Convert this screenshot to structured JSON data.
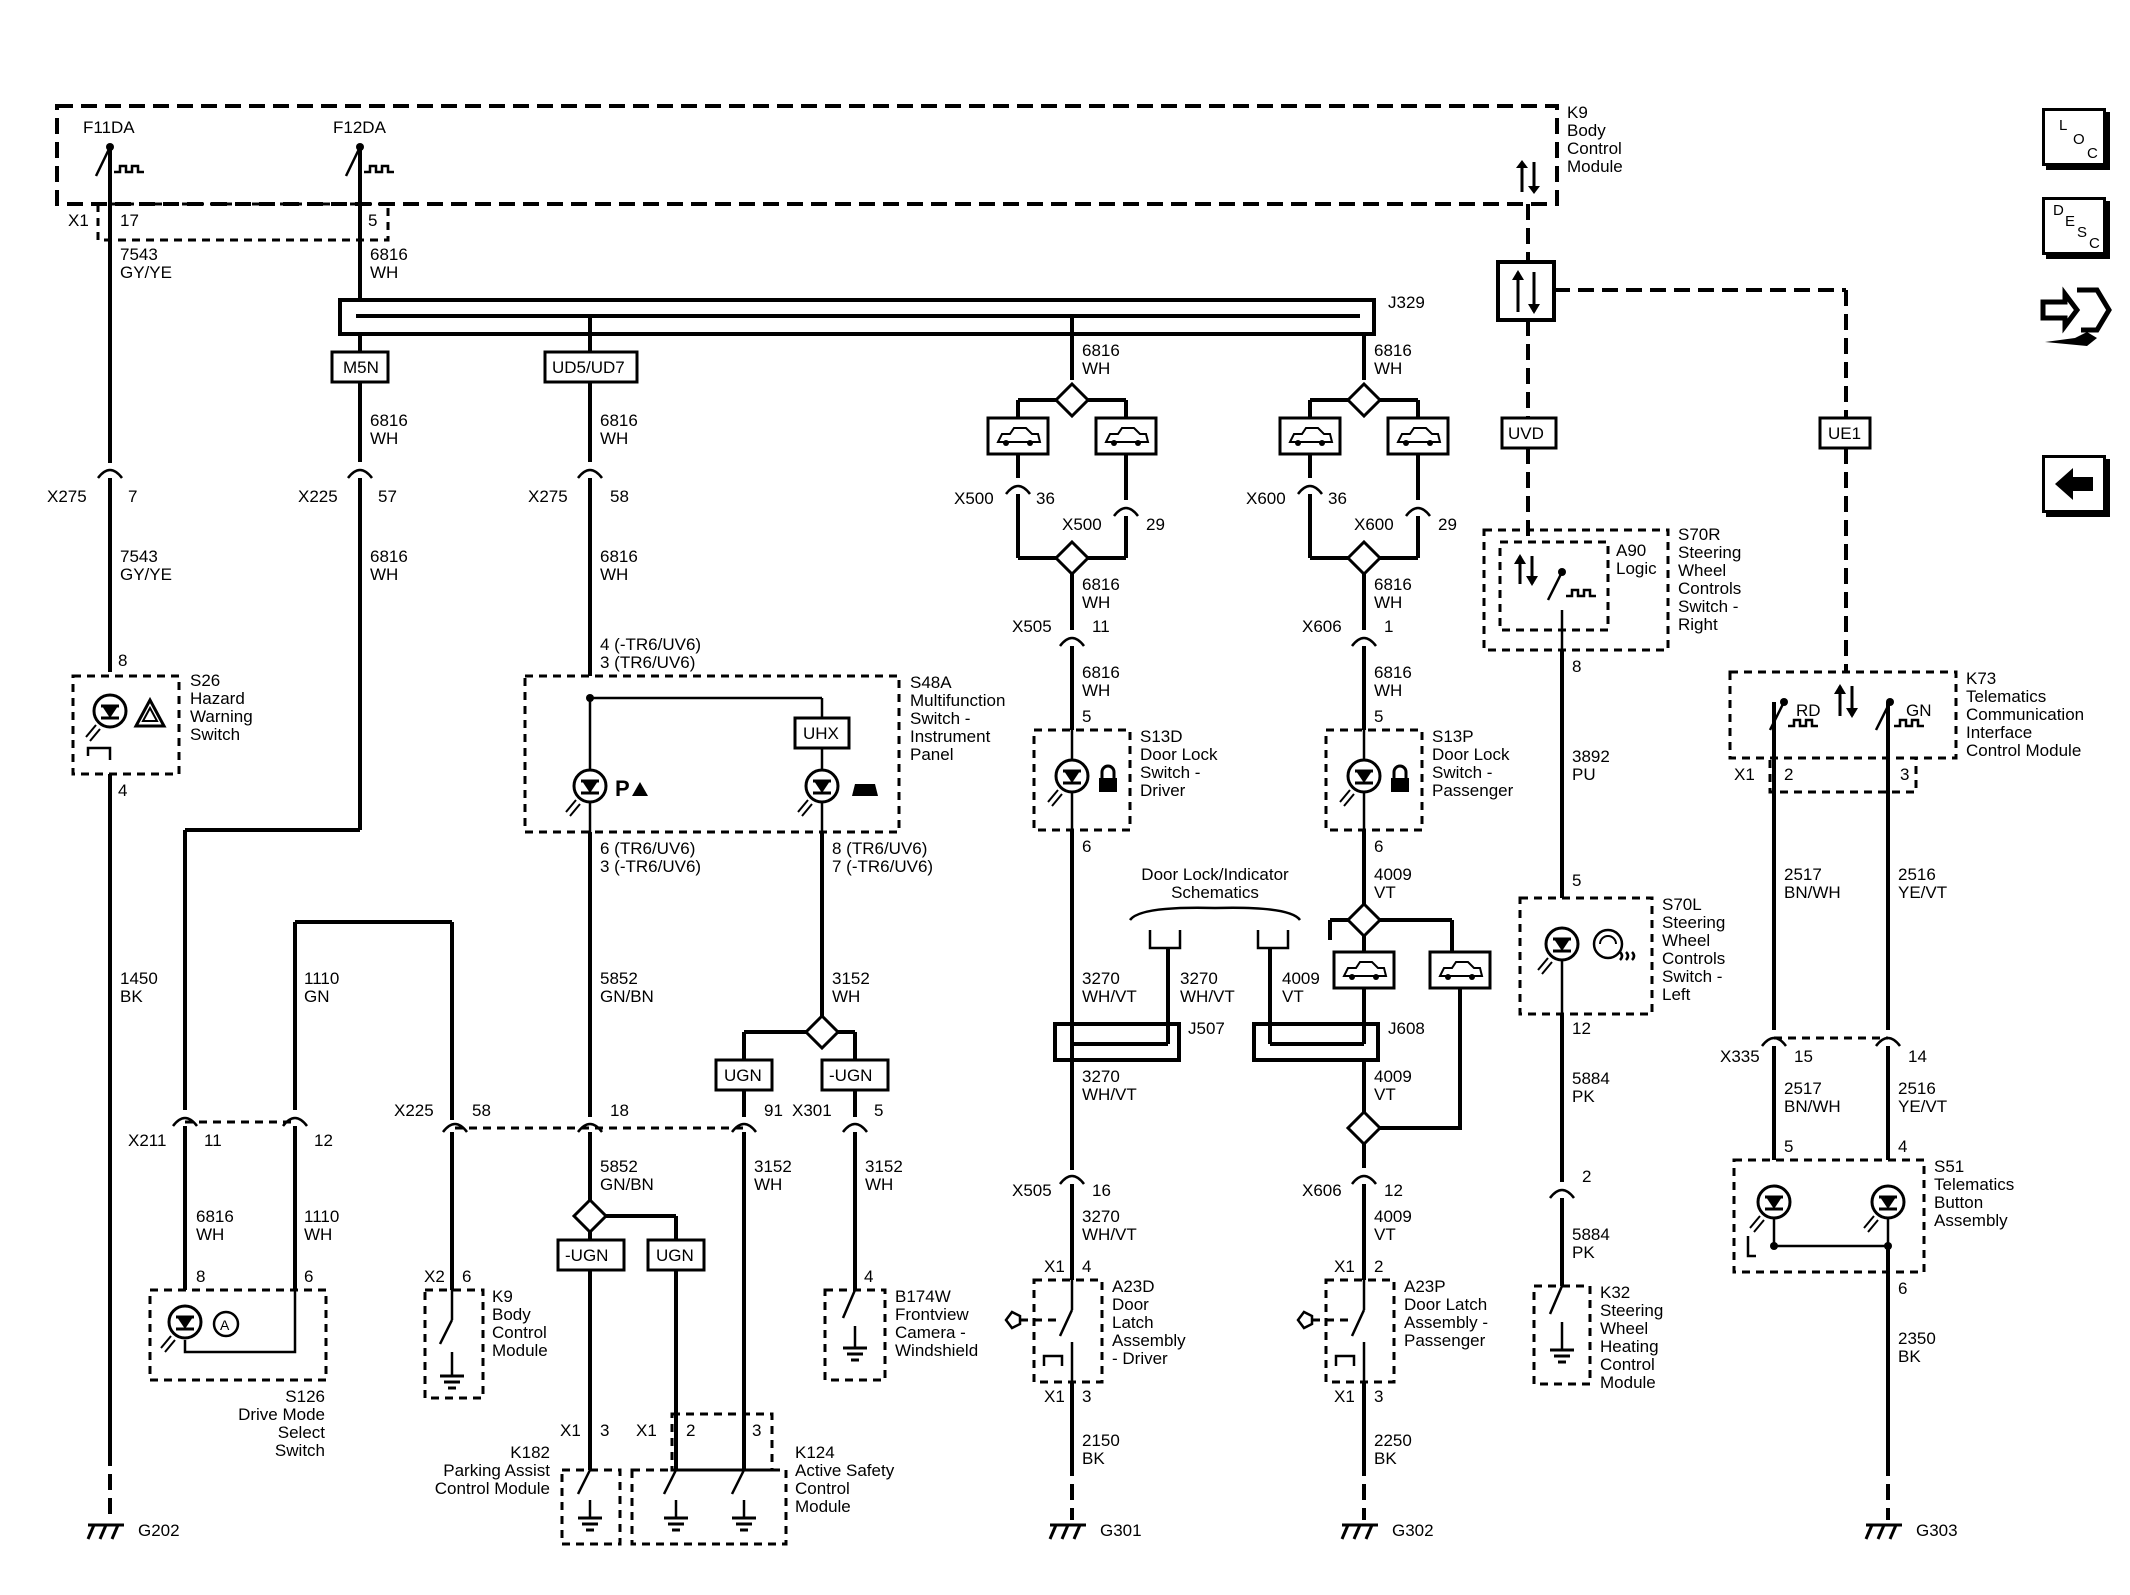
{
  "nav": {
    "loc_label": [
      "L",
      "O",
      "C"
    ],
    "desc_label": [
      "D",
      "E",
      "S",
      "C"
    ],
    "back_icon": "left-arrow-icon",
    "diag_icon": "connector-wrench-icon"
  },
  "modules": {
    "k9_bcm": [
      "K9",
      "Body",
      "Control",
      "Module"
    ],
    "k9_bcm_lower": [
      "K9",
      "Body",
      "Control",
      "Module"
    ],
    "s26": [
      "S26",
      "Hazard",
      "Warning",
      "Switch"
    ],
    "s48a": [
      "S48A",
      "Multifunction",
      "Switch -",
      "Instrument",
      "Panel"
    ],
    "s13d": [
      "S13D",
      "Door Lock",
      "Switch -",
      "Driver"
    ],
    "s13p": [
      "S13P",
      "Door Lock",
      "Switch -",
      "Passenger"
    ],
    "a90": [
      "A90",
      "Logic"
    ],
    "s70r": [
      "S70R",
      "Steering",
      "Wheel",
      "Controls",
      "Switch -",
      "Right"
    ],
    "k73": [
      "K73",
      "Telematics",
      "Communication",
      "Interface",
      "Control Module"
    ],
    "s70l": [
      "S70L",
      "Steering",
      "Wheel",
      "Controls",
      "Switch -",
      "Left"
    ],
    "s126": [
      "S126",
      "Drive Mode",
      "Select",
      "Switch"
    ],
    "b174w": [
      "B174W",
      "Frontview",
      "Camera -",
      "Windshield"
    ],
    "a23d": [
      "A23D",
      "Door",
      "Latch",
      "Assembly",
      "- Driver"
    ],
    "a23p": [
      "A23P",
      "Door Latch",
      "Assembly -",
      "Passenger"
    ],
    "k32": [
      "K32",
      "Steering",
      "Wheel",
      "Heating",
      "Control",
      "Module"
    ],
    "s51": [
      "S51",
      "Telematics",
      "Button",
      "Assembly"
    ],
    "k182": [
      "K182",
      "Parking Assist",
      "Control Module"
    ],
    "k124": [
      "K124",
      "Active Safety",
      "Control",
      "Module"
    ],
    "door_lock_ref": [
      "Door Lock/Indicator",
      "Schematics"
    ]
  },
  "labels": {
    "f11da": "F11DA",
    "f12da": "F12DA",
    "j329": "J329",
    "j507": "J507",
    "j608": "J608",
    "m5n": "M5N",
    "ud5": "UD5/UD7",
    "uvd": "UVD",
    "ue1": "UE1",
    "uhx": "UHX",
    "ugn1": "UGN",
    "nugn1": "-UGN",
    "ugn2": "UGN",
    "nugn2": "-UGN",
    "rd": "RD",
    "gn": "GN",
    "g202": "G202",
    "g301": "G301",
    "g302": "G302",
    "g303": "G303"
  },
  "wires": {
    "w7543": [
      "7543",
      "GY/YE"
    ],
    "w7543b": [
      "7543",
      "GY/YE"
    ],
    "w6816a": [
      "6816",
      "WH"
    ],
    "w6816b": [
      "6816",
      "WH"
    ],
    "w6816c": [
      "6816",
      "WH"
    ],
    "w6816d": [
      "6816",
      "WH"
    ],
    "w6816e": [
      "6816",
      "WH"
    ],
    "w6816f": [
      "6816",
      "WH"
    ],
    "w6816g": [
      "6816",
      "WH"
    ],
    "w6816h": [
      "6816",
      "WH"
    ],
    "w6816i": [
      "6816",
      "WH"
    ],
    "w6816j": [
      "6816",
      "WH"
    ],
    "w6816k": [
      "6816",
      "WH"
    ],
    "w1450": [
      "1450",
      "BK"
    ],
    "w1110a": [
      "1110",
      "GN"
    ],
    "w1110b": [
      "1110",
      "WH"
    ],
    "w5852a": [
      "5852",
      "GN/BN"
    ],
    "w5852b": [
      "5852",
      "GN/BN"
    ],
    "w3152a": [
      "3152",
      "WH"
    ],
    "w3152b": [
      "3152",
      "WH"
    ],
    "w3152c": [
      "3152",
      "WH"
    ],
    "w3270a": [
      "3270",
      "WH/VT"
    ],
    "w3270b": [
      "3270",
      "WH/VT"
    ],
    "w3270c": [
      "3270",
      "WH/VT"
    ],
    "w3270d": [
      "3270",
      "WH/VT"
    ],
    "w4009a": [
      "4009",
      "VT"
    ],
    "w4009b": [
      "4009",
      "VT"
    ],
    "w4009c": [
      "4009",
      "VT"
    ],
    "w4009d": [
      "4009",
      "VT"
    ],
    "w3892": [
      "3892",
      "PU"
    ],
    "w5884a": [
      "5884",
      "PK"
    ],
    "w5884b": [
      "5884",
      "PK"
    ],
    "w2517a": [
      "2517",
      "BN/WH"
    ],
    "w2517b": [
      "2517",
      "BN/WH"
    ],
    "w2516a": [
      "2516",
      "YE/VT"
    ],
    "w2516b": [
      "2516",
      "YE/VT"
    ],
    "w2150": [
      "2150",
      "BK"
    ],
    "w2250": [
      "2250",
      "BK"
    ],
    "w2350": [
      "2350",
      "BK"
    ]
  },
  "connectors": {
    "x1_17": [
      "X1",
      "17"
    ],
    "x1_5": "5",
    "x275_7": [
      "X275",
      "7"
    ],
    "x225_57": [
      "X225",
      "57"
    ],
    "x275_58": [
      "X275",
      "58"
    ],
    "x500_36": [
      "X500",
      "36"
    ],
    "x500_29": [
      "X500",
      "29"
    ],
    "x600_36": [
      "X600",
      "36"
    ],
    "x600_29": [
      "X600",
      "29"
    ],
    "x505_11": [
      "X505",
      "11"
    ],
    "x606_1": [
      "X606",
      "1"
    ],
    "x211_11": [
      "X211",
      "11"
    ],
    "x211_12": "12",
    "x225_58": [
      "X225",
      "58"
    ],
    "x_18": "18",
    "x_91": "91",
    "x301_5": [
      "X301",
      "5"
    ],
    "x505_16": [
      "X505",
      "16"
    ],
    "x606_12": [
      "X606",
      "12"
    ],
    "x335_15": [
      "X335",
      "15"
    ],
    "x335_14": "14",
    "x1_2k73": [
      "X1",
      "2"
    ],
    "x1_3k73": "3",
    "p8_s26": "8",
    "p4_s26": "4",
    "p5_s13d": "5",
    "p6_s13d": "6",
    "p5_s13p": "5",
    "p6_s13p": "6",
    "p8_a90": "8",
    "p5_s70l": "5",
    "p12_s70l": "12",
    "p2_k32": "2",
    "p5_s51": "5",
    "p4_s51": "4",
    "p6_s51": "6",
    "p8_s126": "8",
    "p6_s126": "6",
    "x2_6": [
      "X2",
      "6"
    ],
    "p4_b174": "4",
    "x1_4d": [
      "X1",
      "4"
    ],
    "x1_3d": [
      "X1",
      "3"
    ],
    "x1_2p": [
      "X1",
      "2"
    ],
    "x1_3p": [
      "X1",
      "3"
    ],
    "x1_3k182": [
      "X1",
      "3"
    ],
    "x1_2k124": [
      "X1",
      "2"
    ],
    "p3_k124": "3",
    "s48_top": [
      "4 (-TR6/UV6)",
      "3 (TR6/UV6)"
    ],
    "s48_bl": [
      "6 (TR6/UV6)",
      "3 (-TR6/UV6)"
    ],
    "s48_br": [
      "8 (TR6/UV6)",
      "7 (-TR6/UV6)"
    ]
  }
}
